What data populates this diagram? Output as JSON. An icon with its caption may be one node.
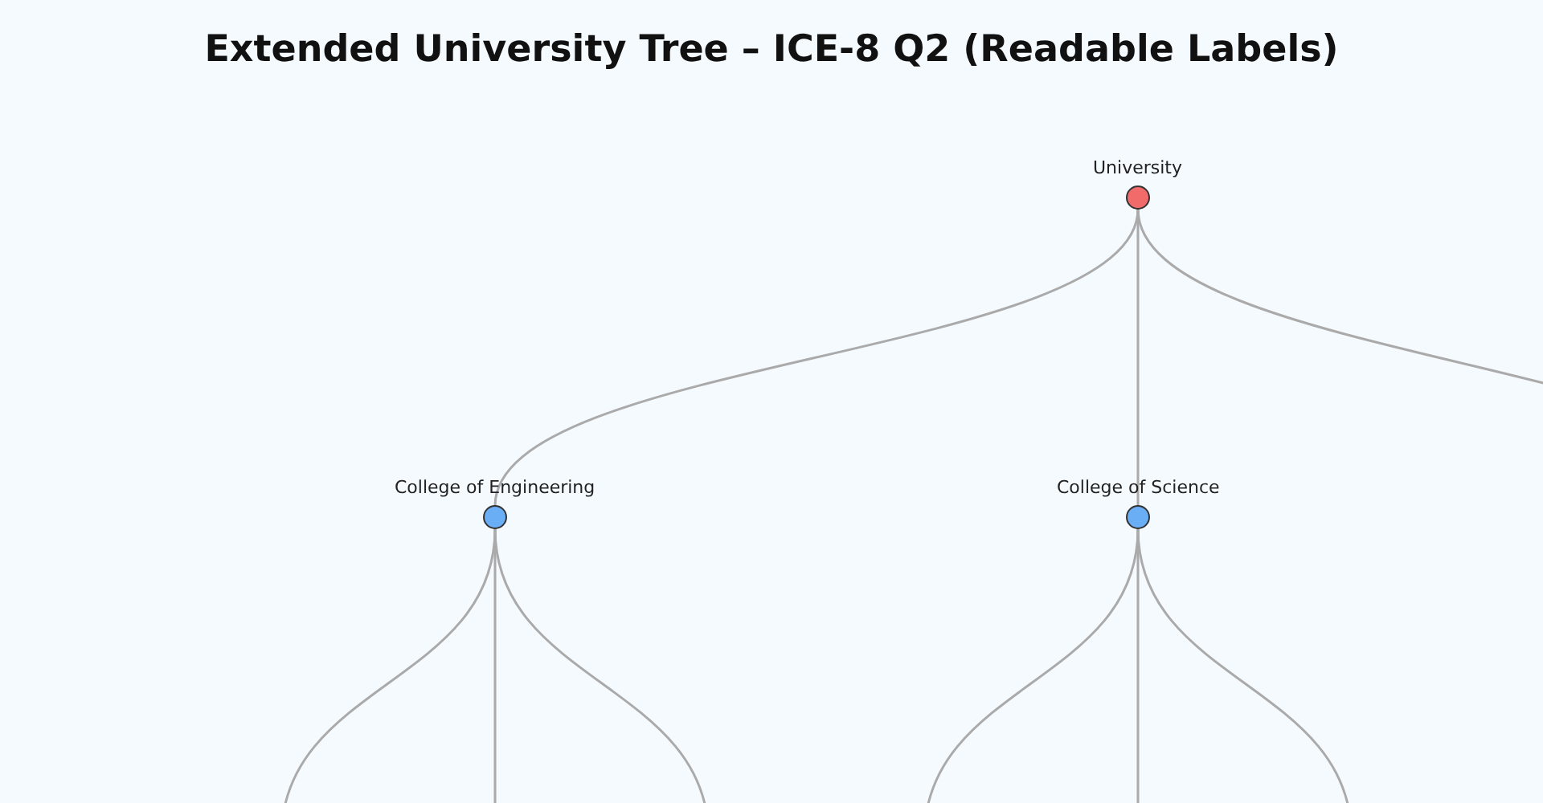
{
  "diagram": {
    "title": "Extended University Tree – ICE-8 Q2 (Readable Labels)",
    "nodes": [
      {
        "text": [
          "University"
        ]
      },
      {
        "text": [
          "College of Engineering"
        ]
      },
      {
        "text": [
          "College of Science"
        ]
      }
    ],
    "edges": [
      {
        "from": 0,
        "to": 1,
        "arrow": "none"
      },
      {
        "from": 0,
        "to": 2,
        "arrow": "none"
      },
      {
        "from": 0,
        "to": null,
        "arrow": "none"
      },
      {
        "from": 1,
        "to": null,
        "arrow": "none"
      },
      {
        "from": 1,
        "to": null,
        "arrow": "none"
      },
      {
        "from": 1,
        "to": null,
        "arrow": "none"
      },
      {
        "from": 2,
        "to": null,
        "arrow": "none"
      },
      {
        "from": 2,
        "to": null,
        "arrow": "none"
      },
      {
        "from": 2,
        "to": null,
        "arrow": "none"
      }
    ]
  }
}
